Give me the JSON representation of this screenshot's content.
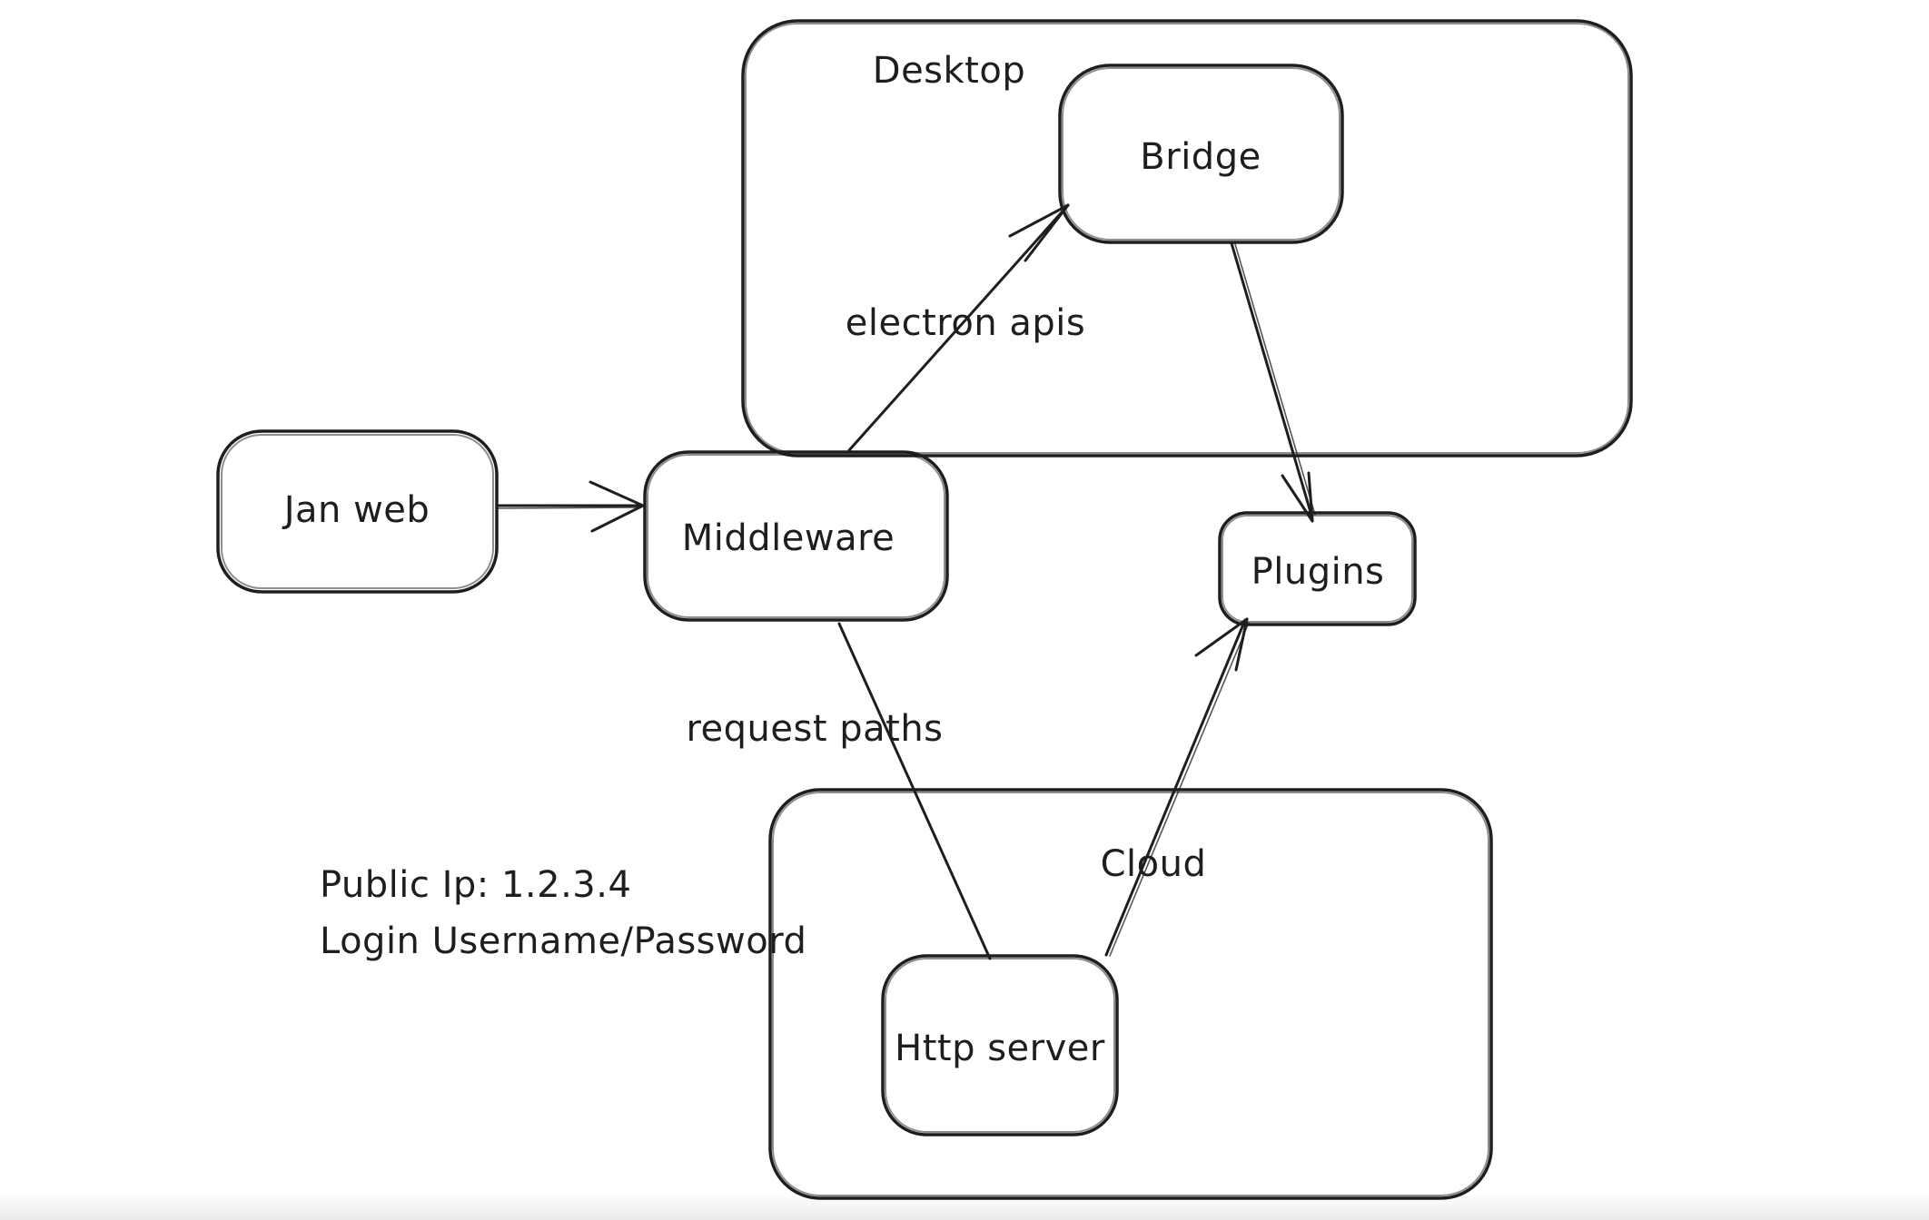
{
  "canvas": {
    "background_color": "#ffffff",
    "stroke_color": "#1e1e1e"
  },
  "containers": [
    {
      "id": "desktop",
      "label": "Desktop"
    },
    {
      "id": "cloud",
      "label": "Cloud"
    }
  ],
  "nodes": [
    {
      "id": "jan-web",
      "label": "Jan web"
    },
    {
      "id": "middleware",
      "label": "Middleware"
    },
    {
      "id": "bridge",
      "label": "Bridge"
    },
    {
      "id": "plugins",
      "label": "Plugins"
    },
    {
      "id": "http-server",
      "label": "Http server"
    }
  ],
  "edges": [
    {
      "id": "jan-web-to-middleware",
      "from": "Jan web",
      "to": "Middleware",
      "label": "",
      "arrowhead": "open"
    },
    {
      "id": "middleware-to-bridge",
      "from": "Middleware",
      "to": "Bridge",
      "label": "electron apis",
      "arrowhead": "open"
    },
    {
      "id": "bridge-to-plugins",
      "from": "Bridge",
      "to": "Plugins",
      "label": "",
      "arrowhead": "open"
    },
    {
      "id": "middleware-to-http-server",
      "from": "Middleware",
      "to": "Http server",
      "label": "request paths",
      "arrowhead": "none"
    },
    {
      "id": "http-server-to-plugins",
      "from": "Http server",
      "to": "Plugins",
      "label": "",
      "arrowhead": "open"
    }
  ],
  "annotations": [
    {
      "id": "public-ip",
      "text": "Public Ip: 1.2.3.4"
    },
    {
      "id": "login",
      "text": "Login Username/Password"
    }
  ]
}
